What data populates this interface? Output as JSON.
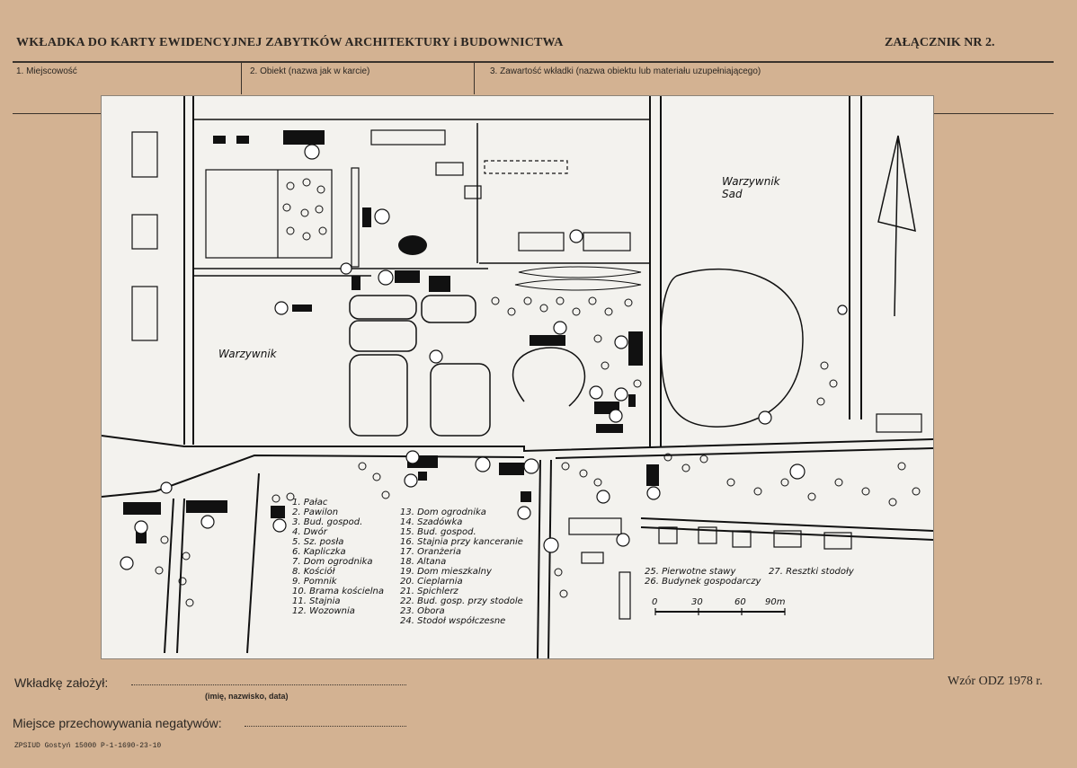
{
  "header": {
    "title": "WKŁADKA DO KARTY EWIDENCYJNEJ ZABYTKÓW ARCHITEKTURY i BUDOWNICTWA",
    "annex": "ZAŁĄCZNIK NR 2."
  },
  "fields": {
    "locality": "1. Miejscowość",
    "object": "2. Obiekt (nazwa jak w karcie)",
    "contents": "3. Zawartość wkładki (nazwa obiektu lub materiału uzupełniającego)"
  },
  "map": {
    "label_vegetable_garden_left": "Warzywnik",
    "label_vegetable_garden_right": "Warzywnik",
    "label_orchard": "Sad",
    "legend_col1": [
      "1. Pałac",
      "2. Pawilon",
      "3. Bud. gospod.",
      "4. Dwór",
      "5. Sz. posła",
      "6. Kapliczka",
      "7. Dom ogrodnika",
      "8. Kościół",
      "9. Pomnik",
      "10. Brama kościelna",
      "11. Stajnia",
      "12. Wozownia"
    ],
    "legend_col2": [
      "13. Dom ogrodnika",
      "14. Szadówka",
      "15. Bud. gospod.",
      "16. Stajnia przy kanceranie",
      "17. Oranżeria",
      "18. Altana",
      "19. Dom mieszkalny",
      "20. Cieplarnia",
      "21. Spichlerz",
      "22. Bud. gosp. przy stodole",
      "23. Obora",
      "24. Stodoł współczesne"
    ],
    "legend_col3": [
      "25. Pierwotne stawy",
      "26. Budynek gospodarczy"
    ],
    "legend_col4": [
      "27. Resztki stodoły"
    ],
    "scale_labels": [
      "0",
      "30",
      "60",
      "90m"
    ]
  },
  "form": {
    "made_by_label": "Wkładkę założył:",
    "made_by_sub": "(imię, nazwisko, data)",
    "negatives_label": "Miejsce przechowywania negatywów:",
    "template": "Wzór ODZ 1978 r.",
    "printer": "ZPSIUD Gostyń 15000 P-1-1690-23-10"
  }
}
